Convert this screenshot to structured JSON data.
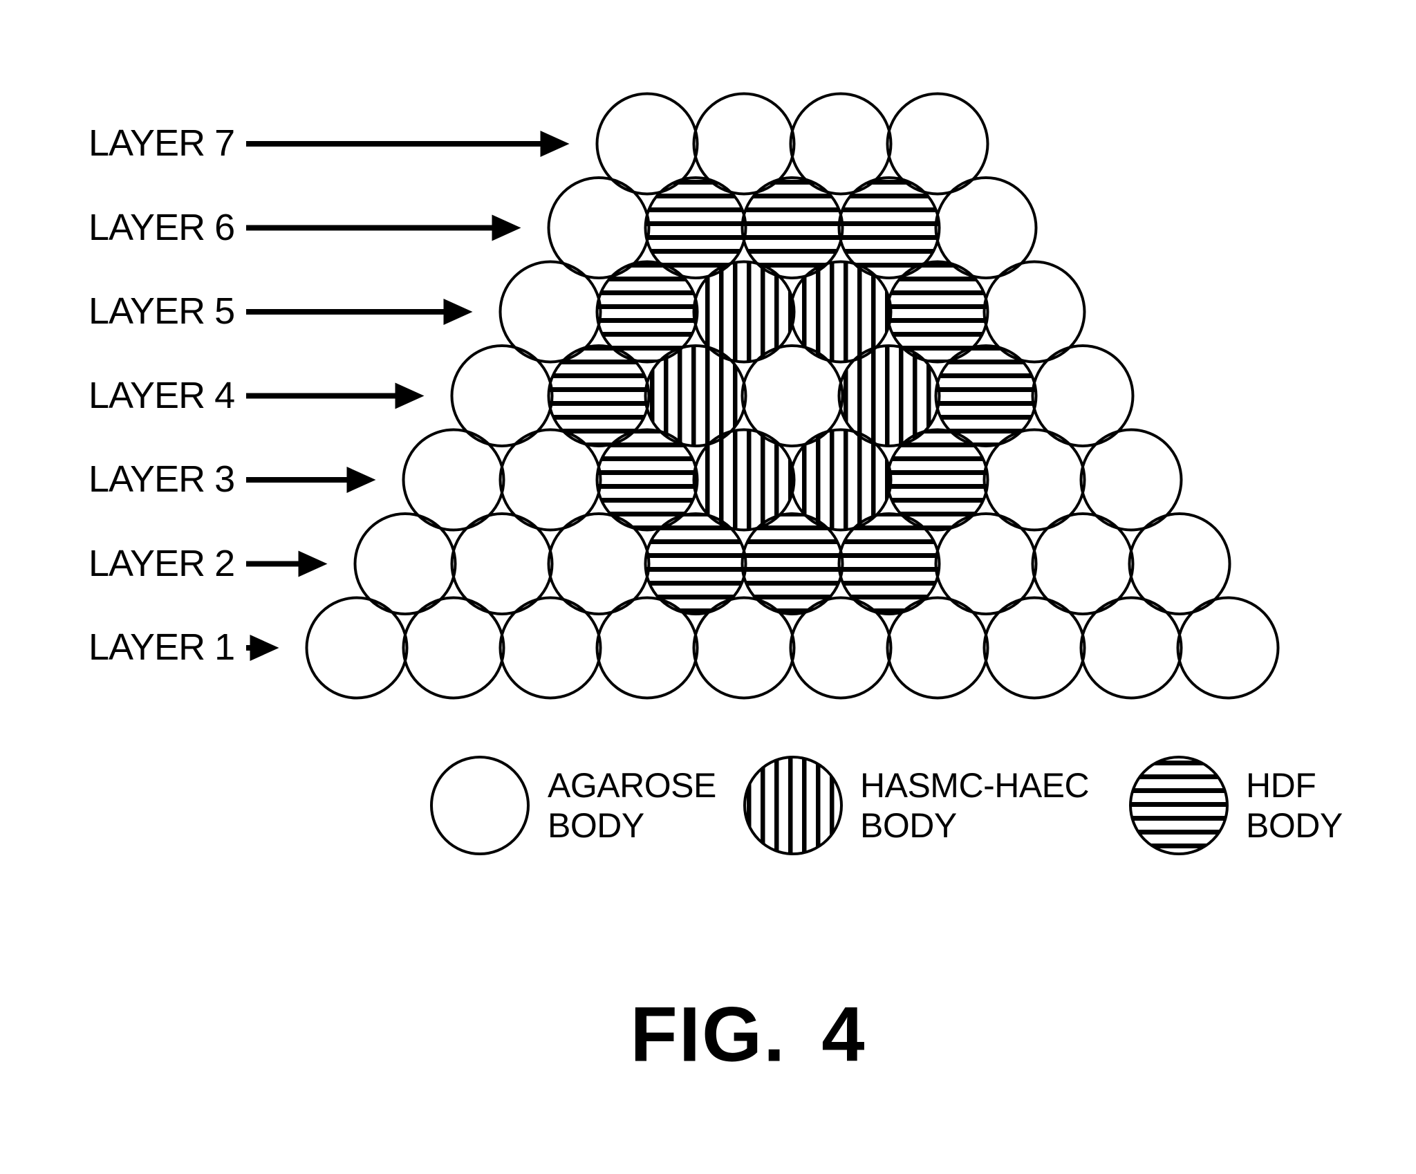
{
  "figure": {
    "caption": "FIG. 4",
    "colors": {
      "ink": "#000000",
      "background": "#ffffff"
    },
    "layers": [
      {
        "label": "LAYER 7",
        "bodies": [
          "agarose",
          "agarose",
          "agarose",
          "agarose"
        ]
      },
      {
        "label": "LAYER 6",
        "bodies": [
          "agarose",
          "hdf",
          "hdf",
          "hdf",
          "agarose"
        ]
      },
      {
        "label": "LAYER 5",
        "bodies": [
          "agarose",
          "hdf",
          "hasmc-haec",
          "hasmc-haec",
          "hdf",
          "agarose"
        ]
      },
      {
        "label": "LAYER 4",
        "bodies": [
          "agarose",
          "hdf",
          "hasmc-haec",
          "agarose",
          "hasmc-haec",
          "hdf",
          "agarose"
        ]
      },
      {
        "label": "LAYER 3",
        "bodies": [
          "agarose",
          "agarose",
          "hdf",
          "hasmc-haec",
          "hasmc-haec",
          "hdf",
          "agarose",
          "agarose"
        ]
      },
      {
        "label": "LAYER 2",
        "bodies": [
          "agarose",
          "agarose",
          "agarose",
          "hdf",
          "hdf",
          "hdf",
          "agarose",
          "agarose",
          "agarose"
        ]
      },
      {
        "label": "LAYER 1",
        "bodies": [
          "agarose",
          "agarose",
          "agarose",
          "agarose",
          "agarose",
          "agarose",
          "agarose",
          "agarose",
          "agarose",
          "agarose"
        ]
      }
    ],
    "body_styles": {
      "agarose": "plain",
      "hasmc-haec": "vertical-stripes",
      "hdf": "horizontal-stripes"
    },
    "legend": [
      {
        "body": "agarose",
        "line1": "AGAROSE",
        "line2": "BODY"
      },
      {
        "body": "hasmc-haec",
        "line1": "HASMC-HAEC",
        "line2": "BODY"
      },
      {
        "body": "hdf",
        "line1": "HDF",
        "line2": "BODY"
      }
    ]
  }
}
